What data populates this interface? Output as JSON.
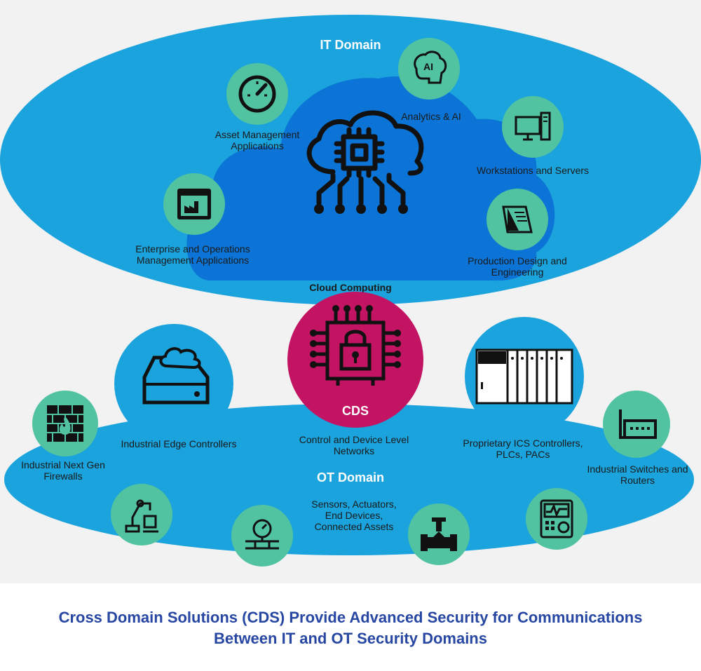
{
  "colors": {
    "it_domain": "#1aa3dc",
    "cloud": "#0b74d6",
    "ot_domain": "#1aa3dc",
    "node": "#52c3a0",
    "cds": "#c21463",
    "caption": "#2747a3"
  },
  "it_domain": {
    "title": "IT Domain",
    "cloud_label": "Cloud Computing",
    "nodes": [
      {
        "label": "Asset Management\nApplications",
        "icon": "gauge-icon"
      },
      {
        "label": "Analytics & AI",
        "icon": "ai-brain-icon",
        "icon_text": "AI"
      },
      {
        "label": "Workstations and Servers",
        "icon": "workstation-icon"
      },
      {
        "label": "Enterprise and Operations\nManagement Applications",
        "icon": "factory-window-icon"
      },
      {
        "label": "Production Design and\nEngineering",
        "icon": "design-tools-icon"
      }
    ]
  },
  "cds": {
    "label": "CDS",
    "icon": "cpu-lock-icon"
  },
  "ot_domain": {
    "title": "OT Domain",
    "center_label": "Control and Device Level\nNetworks",
    "nodes": [
      {
        "label": "Industrial Edge Controllers",
        "icon": "cloud-drive-icon"
      },
      {
        "label": "Proprietary ICS Controllers,\nPLCs, PACs",
        "icon": "plc-rack-icon"
      },
      {
        "label": "Industrial Next Gen\nFirewalls",
        "icon": "firewall-icon"
      },
      {
        "label": "Industrial Switches and\nRouters",
        "icon": "router-icon"
      },
      {
        "label": "Sensors, Actuators,\nEnd Devices,\nConnected Assets",
        "icon": "sensor-icon"
      }
    ],
    "asset_icons": [
      "robot-arm-icon",
      "flow-meter-icon",
      "valve-actuator-icon",
      "control-panel-icon"
    ]
  },
  "caption": {
    "line1": "Cross Domain Solutions (CDS) Provide Advanced Security for Communications",
    "line2": "Between IT and OT Security Domains"
  }
}
